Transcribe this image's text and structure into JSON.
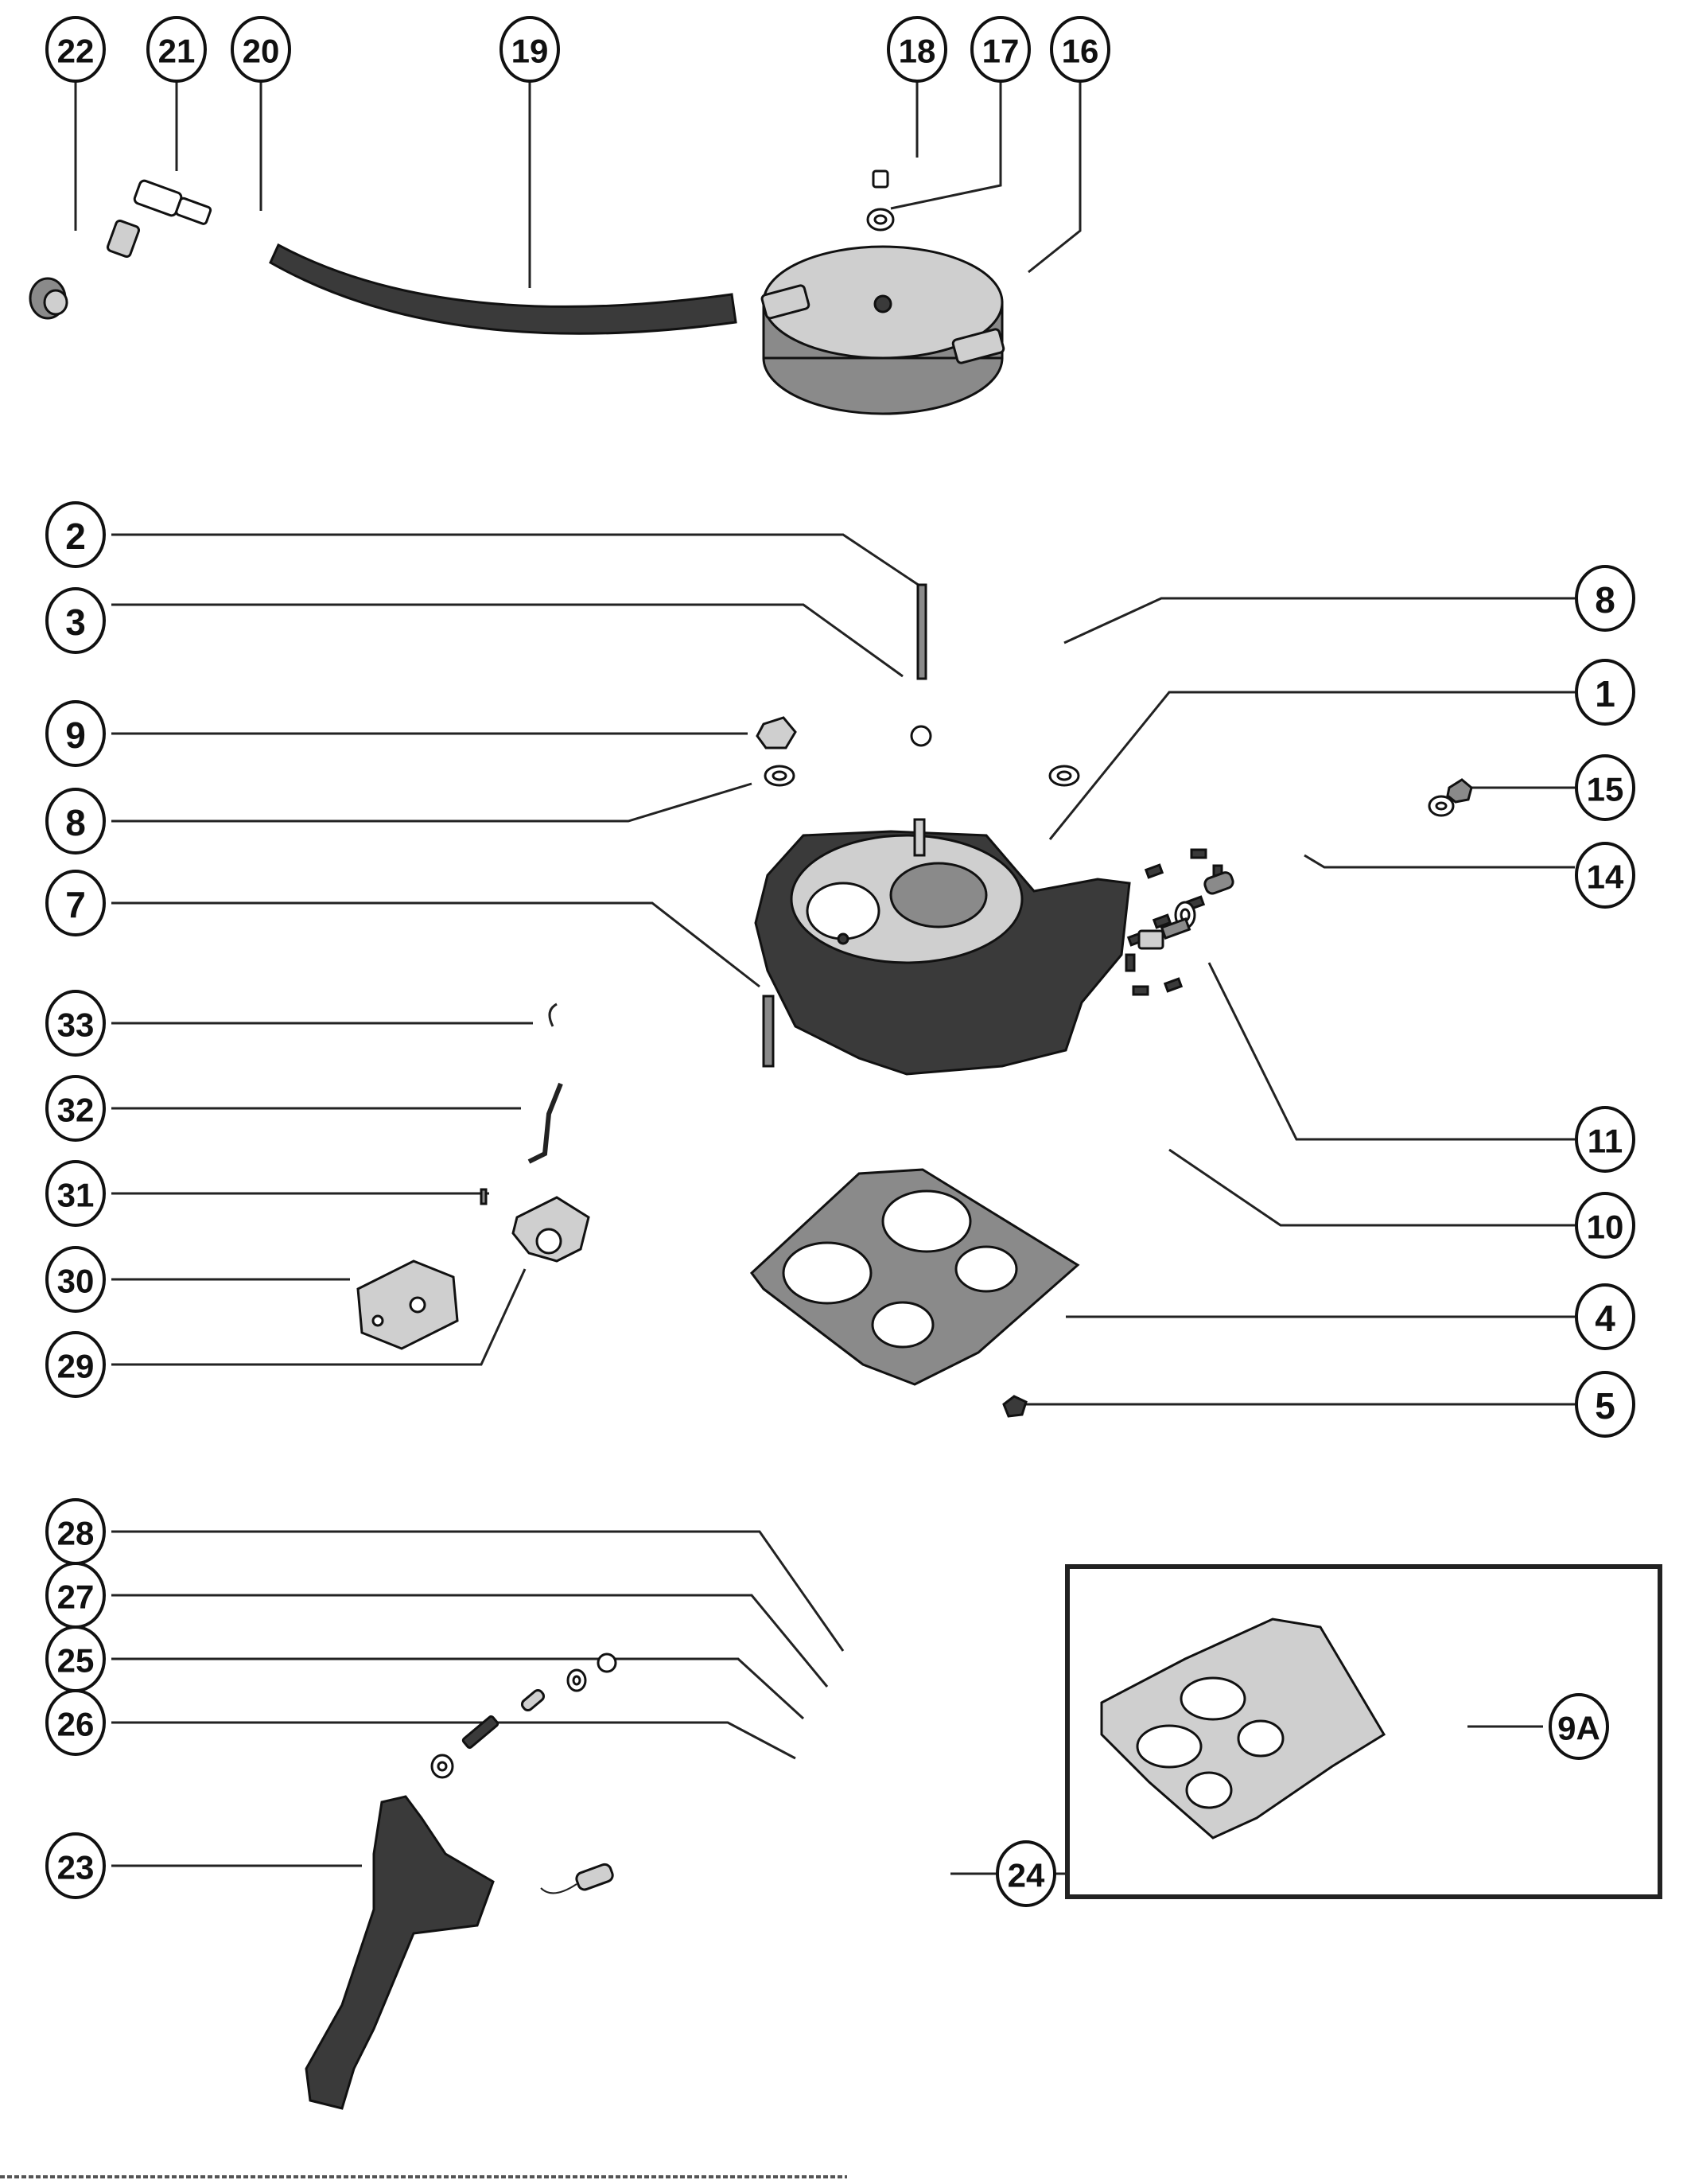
{
  "diagram": {
    "title": "Carburetor exploded parts diagram",
    "inset_label": "9A",
    "callouts": [
      {
        "id": "22",
        "part": "fitting-nut"
      },
      {
        "id": "21",
        "part": "hose-fitting"
      },
      {
        "id": "20",
        "part": "hose-clamp"
      },
      {
        "id": "19",
        "part": "fuel-hose"
      },
      {
        "id": "18",
        "part": "nut"
      },
      {
        "id": "17",
        "part": "washer"
      },
      {
        "id": "16",
        "part": "flame-arrestor"
      },
      {
        "id": "2",
        "part": "stud"
      },
      {
        "id": "3",
        "part": "nut"
      },
      {
        "id": "9",
        "part": "nut"
      },
      {
        "id": "8",
        "part": "washer"
      },
      {
        "id": "7",
        "part": "stud"
      },
      {
        "id": "33",
        "part": "clip"
      },
      {
        "id": "32",
        "part": "rod"
      },
      {
        "id": "31",
        "part": "screw"
      },
      {
        "id": "30",
        "part": "bracket"
      },
      {
        "id": "29",
        "part": "choke-assembly"
      },
      {
        "id": "1",
        "part": "carburetor"
      },
      {
        "id": "15",
        "part": "nut"
      },
      {
        "id": "14",
        "part": "washer"
      },
      {
        "id": "11",
        "part": "fuel-inlet-filter"
      },
      {
        "id": "10",
        "part": "inlet-fitting"
      },
      {
        "id": "4",
        "part": "gasket"
      },
      {
        "id": "5",
        "part": "nut"
      },
      {
        "id": "28",
        "part": "nut"
      },
      {
        "id": "27",
        "part": "spacer"
      },
      {
        "id": "25",
        "part": "stud"
      },
      {
        "id": "26",
        "part": "washer"
      },
      {
        "id": "24",
        "part": "spring"
      },
      {
        "id": "23",
        "part": "throttle-lever"
      },
      {
        "id": "9A",
        "part": "spacer-plate"
      }
    ]
  }
}
